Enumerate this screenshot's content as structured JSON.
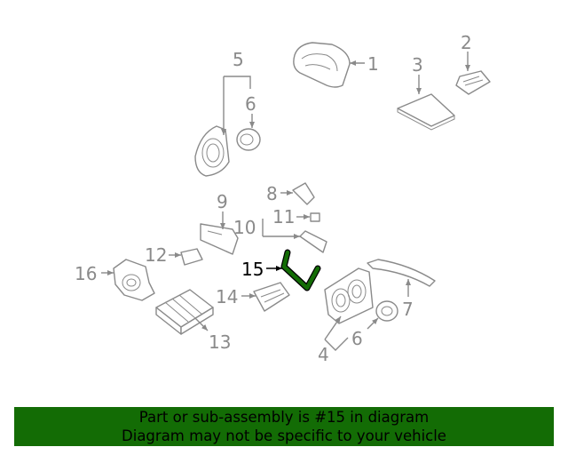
{
  "callouts": {
    "c1": "1",
    "c2": "2",
    "c3": "3",
    "c4": "4",
    "c5": "5",
    "c6a": "6",
    "c6b": "6",
    "c7": "7",
    "c8": "8",
    "c9": "9",
    "c10": "10",
    "c11": "11",
    "c12": "12",
    "c13": "13",
    "c14": "14",
    "c15": "15",
    "c16": "16"
  },
  "highlight_part": "15",
  "colors": {
    "line_art": "#8a8a8a",
    "highlight_part": "#136c05",
    "banner_background": "#136c05",
    "banner_text": "#000000"
  },
  "banner": {
    "line1": "Part or sub-assembly is #15 in diagram",
    "line2": "Diagram may not be specific to your vehicle"
  }
}
